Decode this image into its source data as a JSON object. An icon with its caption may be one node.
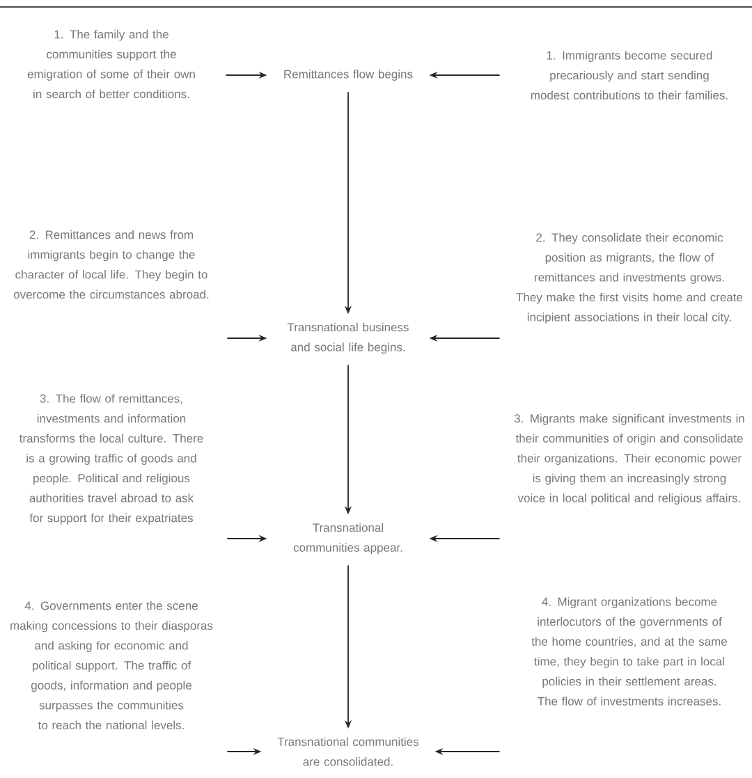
{
  "diagram": {
    "nodes": [
      {
        "text": [
          "1. The family and the communities support the emigration of some of their own in search of better conditions."
        ]
      },
      {
        "text": [
          "Remittances flow begins"
        ]
      },
      {
        "text": [
          "1. Immigrants become secured precariously and start sending modest contributions to their families."
        ]
      },
      {
        "text": [
          "2. Remittances and news from immigrants begin to change the character of local life. They begin to overcome the circumstances abroad."
        ]
      },
      {
        "text": [
          "Transnational business and social life begins."
        ]
      },
      {
        "text": [
          "2. They consolidate their economic position as migrants, the flow of remittances and investments grows. They make the first visits home and create incipient associations in their local city."
        ]
      },
      {
        "text": [
          "3. The flow of remittances, investments and information transforms the local culture. There is a growing traffic of goods and people. Political and religious authorities travel abroad to ask for support for their expatriates"
        ]
      },
      {
        "text": [
          "Transnational communities appear."
        ]
      },
      {
        "text": [
          "3. Migrants make significant investments in their communities of origin and consolidate their organizations. Their economic power is giving them an increasingly strong voice in local political and religious affairs."
        ]
      },
      {
        "text": [
          "4. Governments enter the scene making concessions to their diasporas and asking for economic and political support. The traffic of goods, information and people surpasses the communities to reach the national levels."
        ]
      },
      {
        "text": [
          "Transnational communities are consolidated."
        ]
      },
      {
        "text": [
          "4. Migrant organizations become interlocutors of the governments of the home countries, and at the same time, they begin to take part in local policies in their settlement areas. The flow of investments increases."
        ]
      }
    ],
    "edges": [
      {
        "from": 0,
        "to": 1,
        "arrow": "to"
      },
      {
        "from": 2,
        "to": 1,
        "arrow": "to"
      },
      {
        "from": 1,
        "to": 4,
        "arrow": "to"
      },
      {
        "from": 3,
        "to": 4,
        "arrow": "to"
      },
      {
        "from": 5,
        "to": 4,
        "arrow": "to"
      },
      {
        "from": 4,
        "to": 7,
        "arrow": "to"
      },
      {
        "from": 6,
        "to": 7,
        "arrow": "to"
      },
      {
        "from": 8,
        "to": 7,
        "arrow": "to"
      },
      {
        "from": 7,
        "to": 10,
        "arrow": "to"
      },
      {
        "from": 9,
        "to": 10,
        "arrow": "to"
      },
      {
        "from": 11,
        "to": 10,
        "arrow": "to"
      }
    ]
  }
}
